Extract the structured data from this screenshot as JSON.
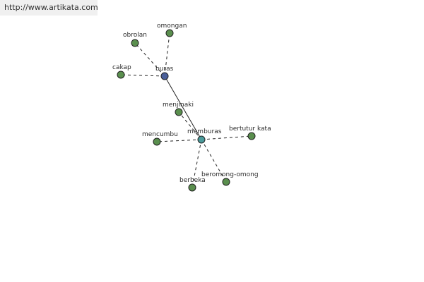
{
  "watermark": "http://www.artikata.com",
  "colors": {
    "leaf": "#5a8f4e",
    "hub_buras": "#4a5f9a",
    "hub_memburas": "#4a9a9a",
    "stroke": "#222222"
  },
  "graph": {
    "nodes": [
      {
        "id": "buras",
        "label": "buras",
        "type": "hub_buras"
      },
      {
        "id": "memburas",
        "label": "memburas",
        "type": "hub_memburas"
      },
      {
        "id": "obrolan",
        "label": "obrolan",
        "type": "leaf"
      },
      {
        "id": "omongan",
        "label": "omongan",
        "type": "leaf"
      },
      {
        "id": "cakap",
        "label": "cakap",
        "type": "leaf"
      },
      {
        "id": "menjinaki",
        "label": "menjinaki",
        "type": "leaf"
      },
      {
        "id": "mencumbu",
        "label": "mencumbu",
        "type": "leaf"
      },
      {
        "id": "bertutur-kata",
        "label": "bertutur kata",
        "type": "leaf"
      },
      {
        "id": "beromong-omong",
        "label": "beromong-omong",
        "type": "leaf"
      },
      {
        "id": "berbeka",
        "label": "berbeka",
        "type": "leaf"
      }
    ],
    "edges": [
      {
        "from": "buras",
        "to": "memburas",
        "style": "solid"
      },
      {
        "from": "buras",
        "to": "obrolan",
        "style": "dashed"
      },
      {
        "from": "buras",
        "to": "omongan",
        "style": "dashed"
      },
      {
        "from": "buras",
        "to": "cakap",
        "style": "dashed"
      },
      {
        "from": "memburas",
        "to": "menjinaki",
        "style": "dashed"
      },
      {
        "from": "memburas",
        "to": "mencumbu",
        "style": "dashed"
      },
      {
        "from": "memburas",
        "to": "bertutur-kata",
        "style": "dashed"
      },
      {
        "from": "memburas",
        "to": "beromong-omong",
        "style": "dashed"
      },
      {
        "from": "memburas",
        "to": "berbeka",
        "style": "dashed"
      }
    ]
  }
}
